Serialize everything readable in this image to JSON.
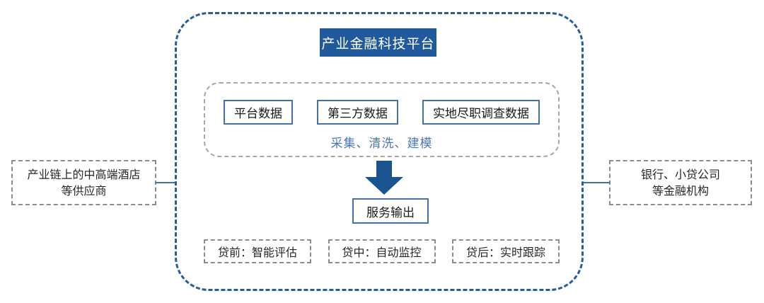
{
  "diagram": {
    "title": "产业金融科技平台",
    "platform": {
      "data_section": {
        "boxes": [
          {
            "label": "平台数据"
          },
          {
            "label": "第三方数据"
          },
          {
            "label": "实地尽职调查数据"
          }
        ],
        "process_label": "采集、清洗、建模"
      },
      "flow_arrow": "down-arrow-icon",
      "service_output": "服务输出",
      "stages": [
        {
          "label": "贷前：智能评估"
        },
        {
          "label": "贷中：自动监控"
        },
        {
          "label": "贷后：实时跟踪"
        }
      ]
    },
    "left_entity": "产业链上的中高端酒店\n等供应商",
    "left_entity_line1": "产业链上的中高端酒店",
    "left_entity_line2": "等供应商",
    "right_entity_line1": "银行、小贷公司",
    "right_entity_line2": "等金融机构",
    "colors": {
      "title_bg": "#205A9C",
      "title_text": "#FFFFFF",
      "outer_border": "#2A5C9A",
      "inner_border": "#A6A6A6",
      "box_border_blue": "#4472A8",
      "process_text": "#4A77B5",
      "arrow_fill": "#1A5490",
      "dashed_gray": "#8C8C8C"
    }
  }
}
